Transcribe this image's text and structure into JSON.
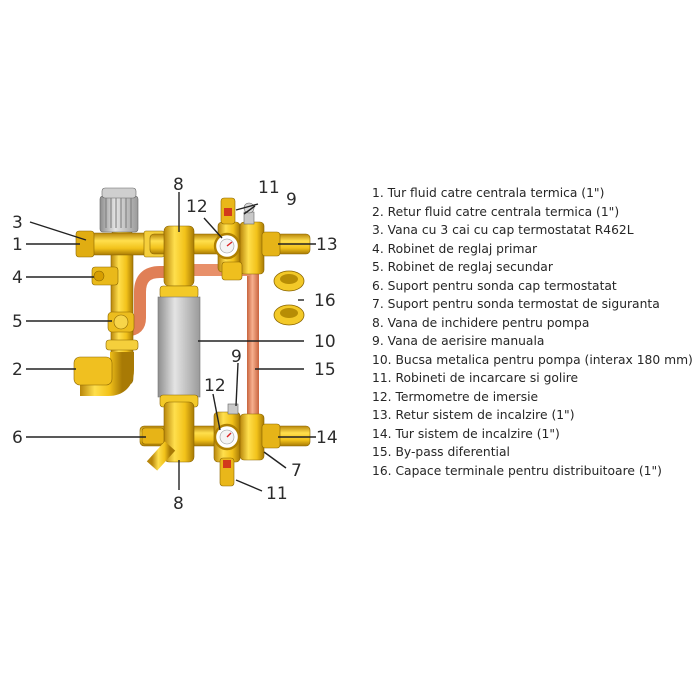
{
  "callouts": {
    "c1": "1",
    "c2": "2",
    "c3": "3",
    "c4": "4",
    "c5": "5",
    "c6": "6",
    "c7": "7",
    "c8_top": "8",
    "c8_bottom": "8",
    "c9_top": "9",
    "c9_bottom": "9",
    "c10": "10",
    "c11_top": "11",
    "c11_bottom": "11",
    "c12_top": "12",
    "c12_bottom": "12",
    "c13": "13",
    "c14": "14",
    "c15": "15",
    "c16": "16"
  },
  "legend": [
    "1. Tur fluid catre centrala termica (1\")",
    "2. Retur fluid catre centrala termica (1\")",
    "3. Vana cu 3 cai cu cap termostatat R462L",
    "4. Robinet de reglaj primar",
    "5. Robinet de reglaj secundar",
    "6. Suport pentru sonda cap termostatat",
    "7. Suport pentru sonda termostat de siguranta",
    "8. Vana de inchidere pentru pompa",
    "9. Vana de aerisire manuala",
    "10. Bucsa metalica pentru pompa (interax 180 mm)",
    "11. Robineti de incarcare si golire",
    "12. Termometre de imersie",
    "13. Retur sistem de incalzire (1\")",
    "14. Tur sistem de incalzire (1\")",
    "15. By-pass diferential",
    "16. Capace terminale pentru distribuitoare (1\")"
  ],
  "colors": {
    "brass": "#f2c21a",
    "brass_dark": "#a67c00",
    "copper": "#e8906a",
    "steel": "#c8c8c8",
    "thermostat_head": "#d8d8d8"
  }
}
